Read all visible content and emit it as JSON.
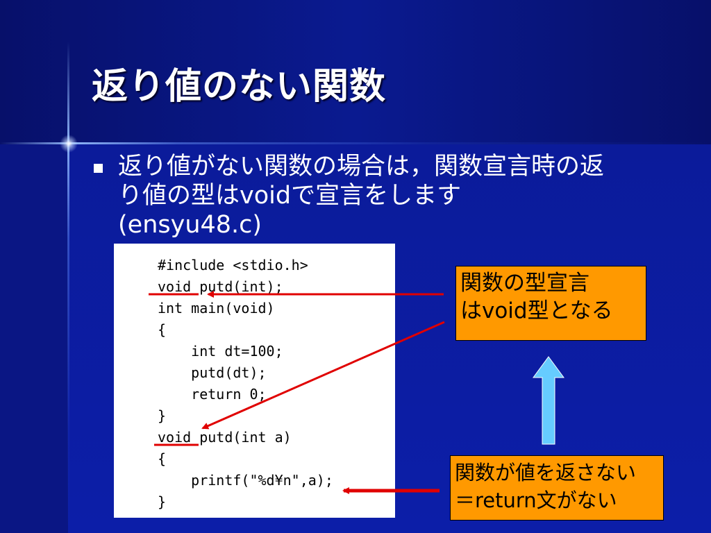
{
  "slide": {
    "title": "返り値のない関数",
    "bullet": {
      "lines": [
        "返り値がない関数の場合は，関数宣言時の返",
        "り値の型はvoidで宣言をします",
        "(ensyu48.c)"
      ]
    },
    "code_lines": [
      "#include <stdio.h>",
      "void putd(int);",
      "int main(void)",
      "{",
      "    int dt=100;",
      "    putd(dt);",
      "    return 0;",
      "}",
      "void putd(int a)",
      "{",
      "    printf(\"%d¥n\",a);",
      "}"
    ],
    "callout_declaration": {
      "lines": [
        "関数の型宣言",
        "はvoid型となる"
      ]
    },
    "callout_no_return": {
      "lines": [
        "関数が値を返さない",
        "＝return文がない"
      ]
    }
  },
  "colors": {
    "background": "#0a1580",
    "callout_fill": "#ff9900",
    "arrow_red": "#e00000",
    "arrow_up_fill": "#66ccff",
    "text": "#ffffff"
  }
}
